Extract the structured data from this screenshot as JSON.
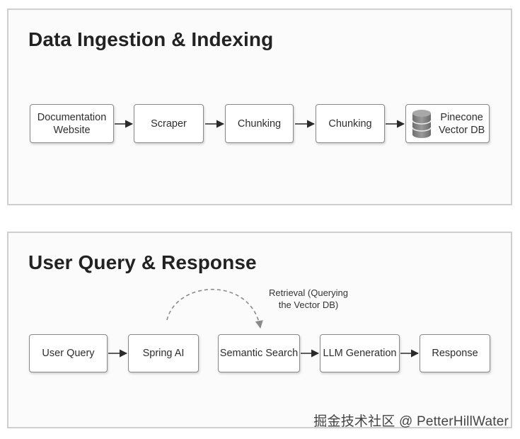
{
  "ingestion": {
    "title": "Data Ingestion & Indexing",
    "nodes": [
      {
        "label": "Documentation\nWebsite"
      },
      {
        "label": "Scraper"
      },
      {
        "label": "Chunking"
      },
      {
        "label": "Chunking"
      },
      {
        "label": "Pinecone\nVector DB",
        "icon": "database-icon"
      }
    ]
  },
  "query": {
    "title": "User Query & Response",
    "nodes": [
      {
        "label": "User Query"
      },
      {
        "label": "Spring AI"
      },
      {
        "label": "Semantic Search"
      },
      {
        "label": "LLM Generation"
      },
      {
        "label": "Response"
      }
    ],
    "retrieval_note": "Retrieval (Querying\nthe Vector DB)"
  },
  "watermark": "掘金技术社区 @ PetterHillWater"
}
